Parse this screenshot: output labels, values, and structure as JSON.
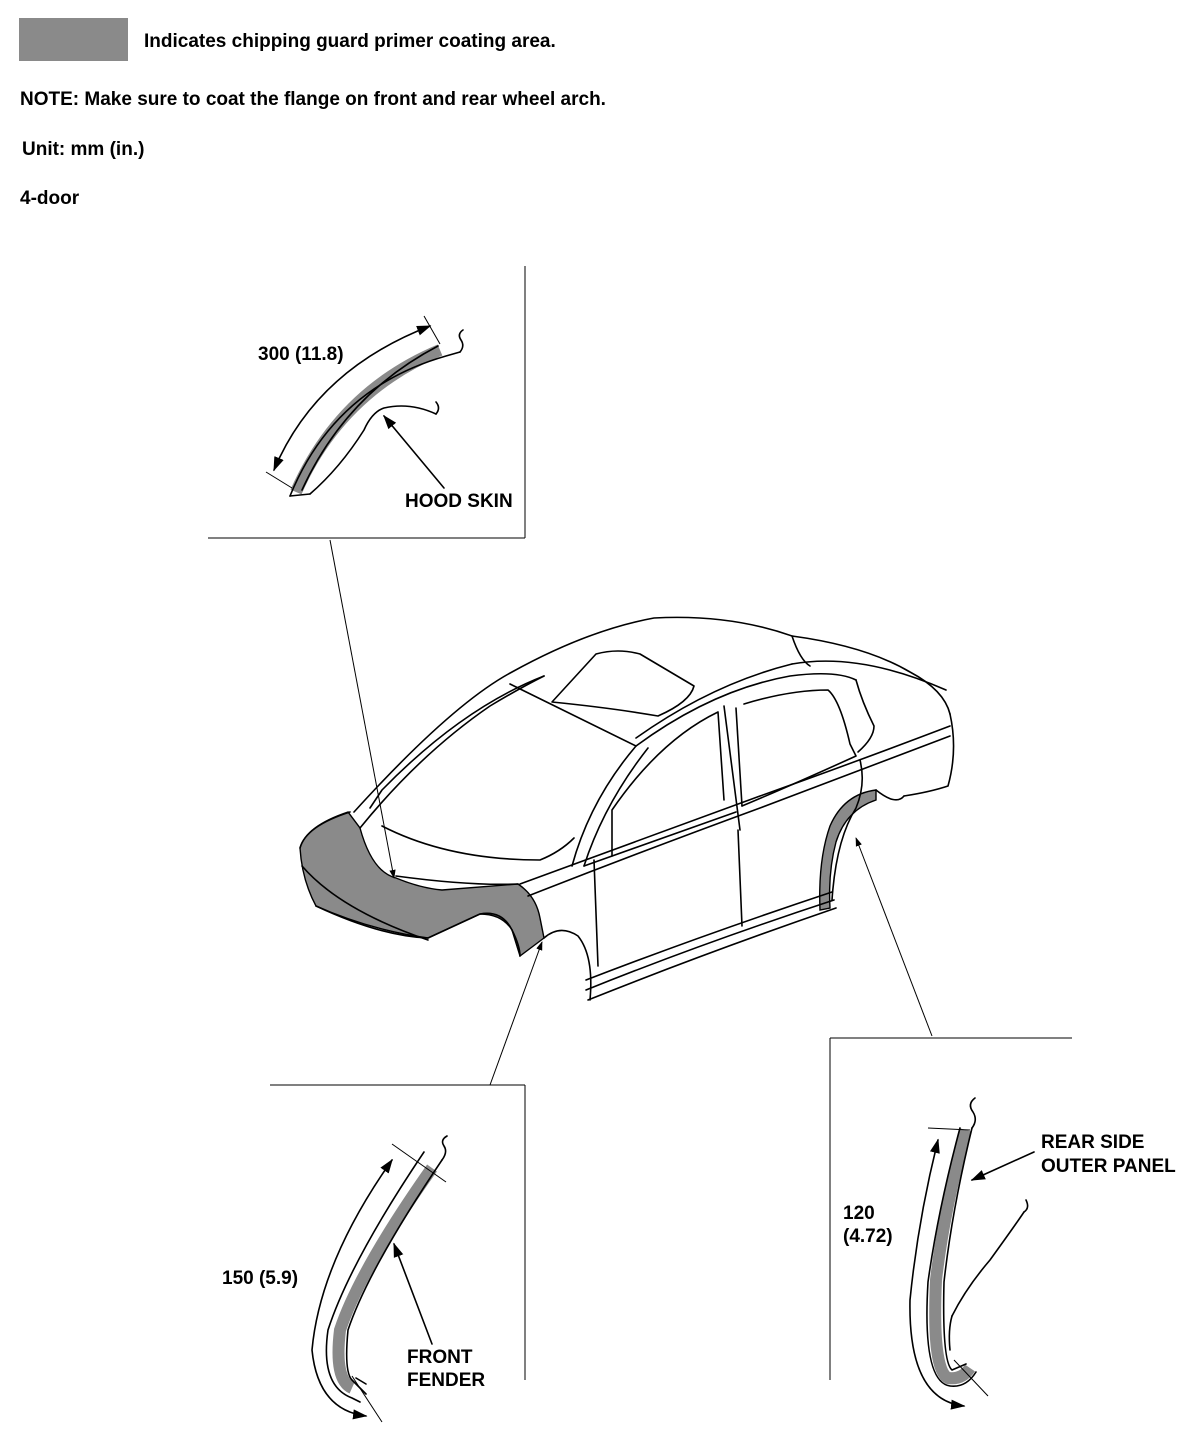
{
  "legend": {
    "description": "Indicates chipping guard primer coating area.",
    "swatch_color": "#8a8a8a"
  },
  "note": "NOTE: Make sure to coat the flange on front and rear wheel arch.",
  "unit": "Unit: mm (in.)",
  "variant": "4-door",
  "details": {
    "hood": {
      "label": "HOOD SKIN",
      "dimension": "300 (11.8)"
    },
    "front_fender": {
      "label_line1": "FRONT",
      "label_line2": "FENDER",
      "dimension": "150 (5.9)"
    },
    "rear_panel": {
      "label_line1": "REAR SIDE",
      "label_line2": "OUTER PANEL",
      "dimension_line1": "120",
      "dimension_line2": "(4.72)"
    }
  },
  "colors": {
    "coating": "#8a8a8a",
    "line": "#000000"
  }
}
